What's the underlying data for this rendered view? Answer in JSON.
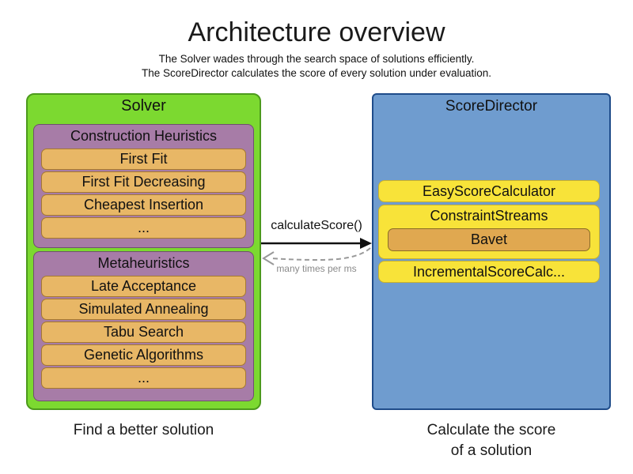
{
  "title": "Architecture overview",
  "subtitle_line1": "The Solver wades through the search space of solutions efficiently.",
  "subtitle_line2": "The ScoreDirector calculates the score of every solution under evaluation.",
  "solver": {
    "label": "Solver",
    "caption": "Find a better solution",
    "construction": {
      "label": "Construction Heuristics",
      "items": [
        "First Fit",
        "First Fit Decreasing",
        "Cheapest Insertion",
        "..."
      ]
    },
    "metaheuristics": {
      "label": "Metaheuristics",
      "items": [
        "Late Acceptance",
        "Simulated Annealing",
        "Tabu Search",
        "Genetic Algorithms",
        "..."
      ]
    }
  },
  "score_director": {
    "label": "ScoreDirector",
    "easy_label": "EasyScoreCalculator",
    "constraint_label": "ConstraintStreams",
    "bavet_label": "Bavet",
    "incremental_label": "IncrementalScoreCalc...",
    "caption_line1": "Calculate the score",
    "caption_line2": "of a solution"
  },
  "arrow": {
    "call_label": "calculateScore()",
    "frequency_label": "many times per ms"
  },
  "colors": {
    "solver_green": "#7cd930",
    "solver_green_border": "#4c9a1c",
    "group_purple": "#a77ca7",
    "group_purple_border": "#6f4f6f",
    "algo_orange": "#e8b766",
    "algo_orange_border": "#a6792f",
    "score_blue": "#6f9ccf",
    "score_blue_border": "#1f4c8a",
    "calc_yellow": "#f8e339",
    "calc_yellow_border": "#c9b12c",
    "bavet_orange": "#e0a850",
    "bavet_orange_border": "#8a6d26",
    "arrow_black": "#111111",
    "arrow_gray": "#999999"
  }
}
